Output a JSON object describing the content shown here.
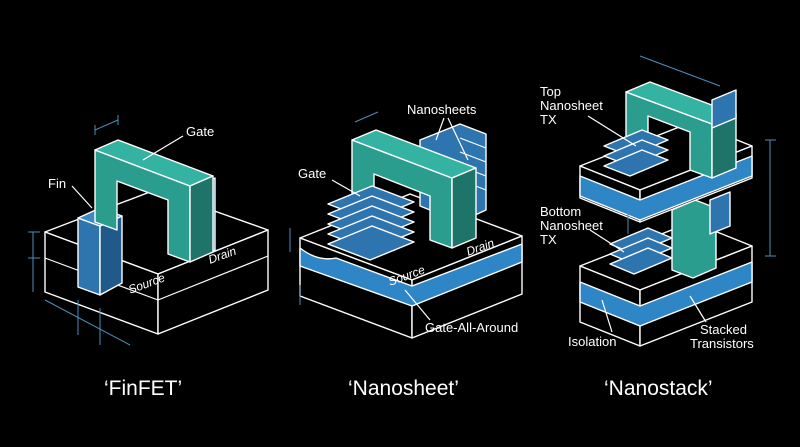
{
  "colors": {
    "background": "#000000",
    "teal": "#2a9d8f",
    "teal_dark": "#1e7468",
    "blue": "#2e75b0",
    "blue_dark": "#21598a",
    "cyan_layer": "#2f86c6",
    "outline": "#ffffff",
    "dimension": "#4a8fb8"
  },
  "panels": [
    {
      "caption": "‘FinFET’",
      "labels": {
        "gate": "Gate",
        "fin": "Fin",
        "source": "Source",
        "drain": "Drain"
      }
    },
    {
      "caption": "‘Nanosheet’",
      "labels": {
        "nanosheets": "Nanosheets",
        "gate": "Gate",
        "source": "Source",
        "drain": "Drain",
        "gaa": "Gate-All-Around"
      }
    },
    {
      "caption": "‘Nanostack’",
      "labels": {
        "top_1": "Top",
        "top_2": "Nanosheet",
        "top_3": "TX",
        "bottom_1": "Bottom",
        "bottom_2": "Nanosheet",
        "bottom_3": "TX",
        "isolation": "Isolation",
        "stacked_1": "Stacked",
        "stacked_2": "Transistors"
      }
    }
  ]
}
